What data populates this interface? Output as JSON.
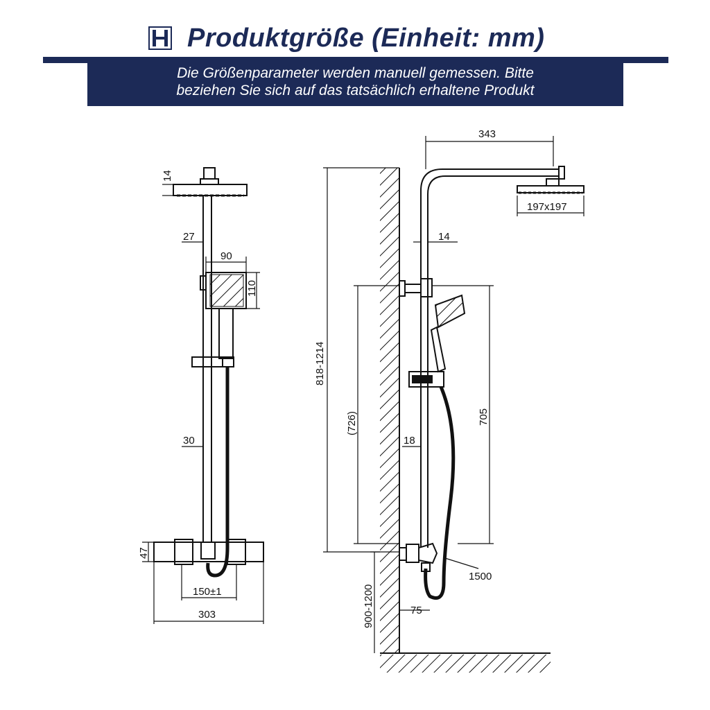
{
  "header": {
    "title": "Produktgröße (Einheit: mm)",
    "logo_letter": "H",
    "note_line1": "Die Größenparameter werden manuell gemessen. Bitte",
    "note_line2": "beziehen Sie sich auf das tatsächlich erhaltene Produkt"
  },
  "colors": {
    "brand": "#1c2a57",
    "line": "#111111",
    "background": "#ffffff"
  },
  "front_view": {
    "dims": {
      "head_thickness": "14",
      "pipe_upper": "27",
      "hand_width": "90",
      "hand_height": "110",
      "pipe_lower": "30",
      "valve_height": "47",
      "inlet_spacing": "150±1",
      "valve_width": "303"
    }
  },
  "side_view": {
    "dims": {
      "arm_length": "343",
      "head_size": "197x197",
      "pipe_14": "14",
      "height_range": "818-1214",
      "ref_726": "(726)",
      "slide_705": "705",
      "pipe_18": "18",
      "hose": "1500",
      "offset_75": "75",
      "install_height": "900-1200"
    }
  }
}
